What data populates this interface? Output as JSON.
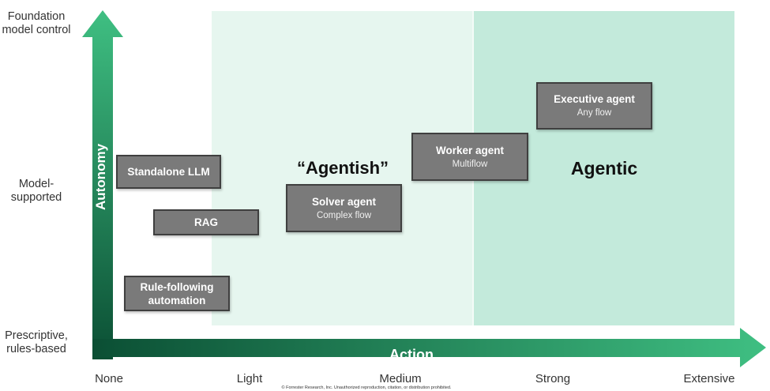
{
  "y_axis": {
    "title": "Autonomy",
    "levels": [
      "Foundation model control",
      "Model-supported",
      "Prescriptive, rules-based"
    ]
  },
  "x_axis": {
    "title": "Action",
    "levels": [
      "None",
      "Light",
      "Medium",
      "Strong",
      "Extensive"
    ]
  },
  "zones": {
    "agentish": "“Agentish”",
    "agentic": "Agentic"
  },
  "agents": [
    {
      "name": "Standalone LLM",
      "sub": ""
    },
    {
      "name": "RAG",
      "sub": ""
    },
    {
      "name": "Rule-following automation",
      "sub": ""
    },
    {
      "name": "Solver agent",
      "sub": "Complex flow"
    },
    {
      "name": "Worker agent",
      "sub": "Multiflow"
    },
    {
      "name": "Executive agent",
      "sub": "Any flow"
    }
  ],
  "footnote": "© Forrester Research, Inc. Unauthorized reproduction, citation, or distribution prohibited.",
  "colors": {
    "axis_dark": "#0b4f34",
    "axis_light": "#3fbf82",
    "zone_light": "#e6f6ef",
    "zone_dark": "#c3eadb",
    "box": "#7a7a7a"
  }
}
